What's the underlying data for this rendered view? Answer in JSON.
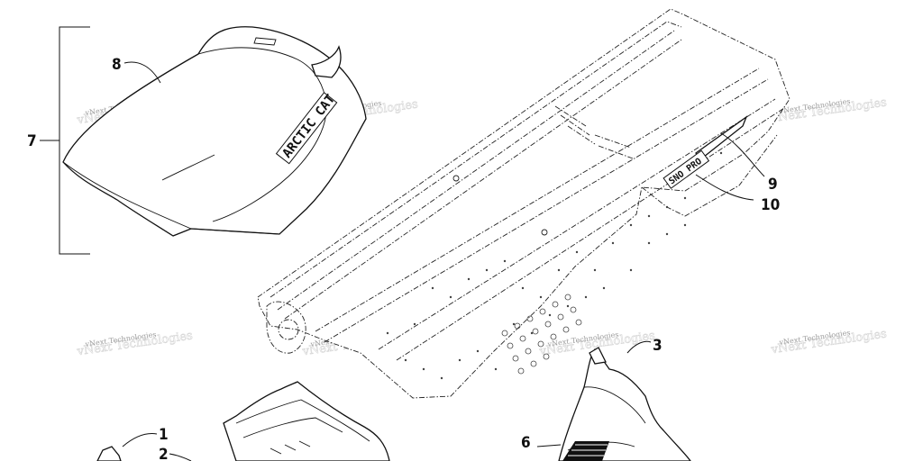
{
  "callouts": [
    {
      "id": "1",
      "label": "1"
    },
    {
      "id": "2",
      "label": "2"
    },
    {
      "id": "3",
      "label": "3"
    },
    {
      "id": "6",
      "label": "6"
    },
    {
      "id": "7",
      "label": "7"
    },
    {
      "id": "8",
      "label": "8"
    },
    {
      "id": "9",
      "label": "9"
    },
    {
      "id": "10",
      "label": "10"
    }
  ],
  "watermark": {
    "text": "vNext Technologies"
  },
  "decals": {
    "seat_logo": "ARCTIC CAT",
    "side_decal": "SNO PRO"
  }
}
